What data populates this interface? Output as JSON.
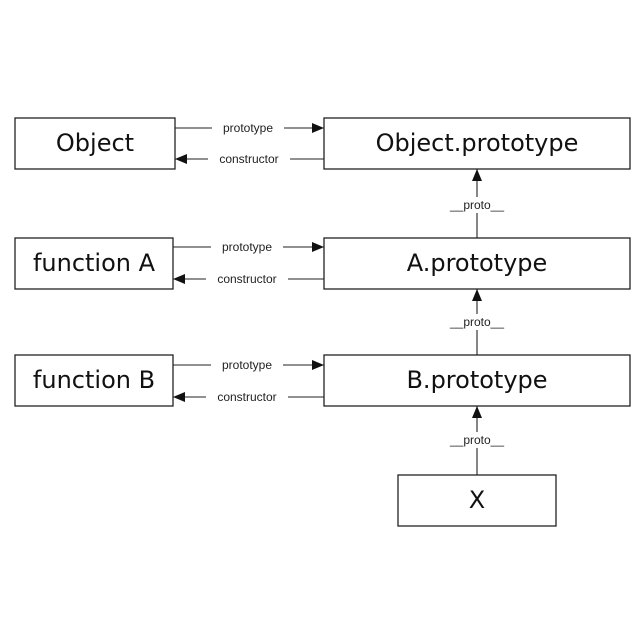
{
  "nodes": {
    "object": "Object",
    "object_prototype": "Object.prototype",
    "function_a": "function A",
    "a_prototype": "A.prototype",
    "function_b": "function B",
    "b_prototype": "B.prototype",
    "x": "X"
  },
  "edges": {
    "prototype": "prototype",
    "constructor": "constructor",
    "proto": "__proto__"
  }
}
